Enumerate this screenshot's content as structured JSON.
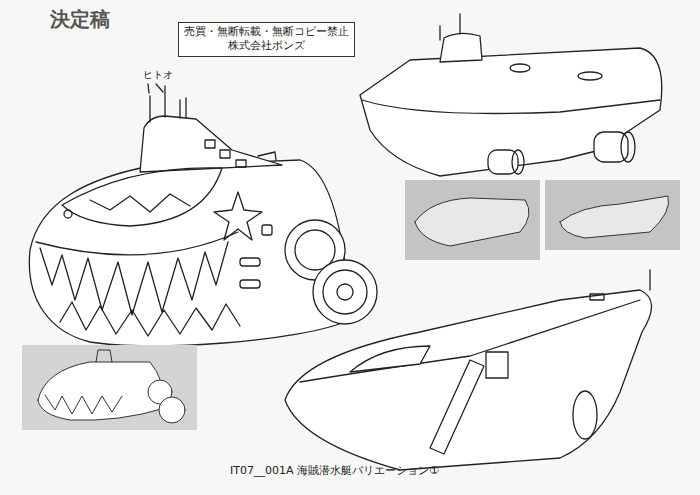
{
  "diagram": {
    "title": "決定稿",
    "caption": "IT07__001A 海賊潜水艇バリエーション①",
    "nodes": [
      {
        "text": [
          "売買・無断転載・無断コピー禁止 株式会社ボンズ"
        ]
      }
    ],
    "labels": [
      "ヒトオ"
    ]
  }
}
